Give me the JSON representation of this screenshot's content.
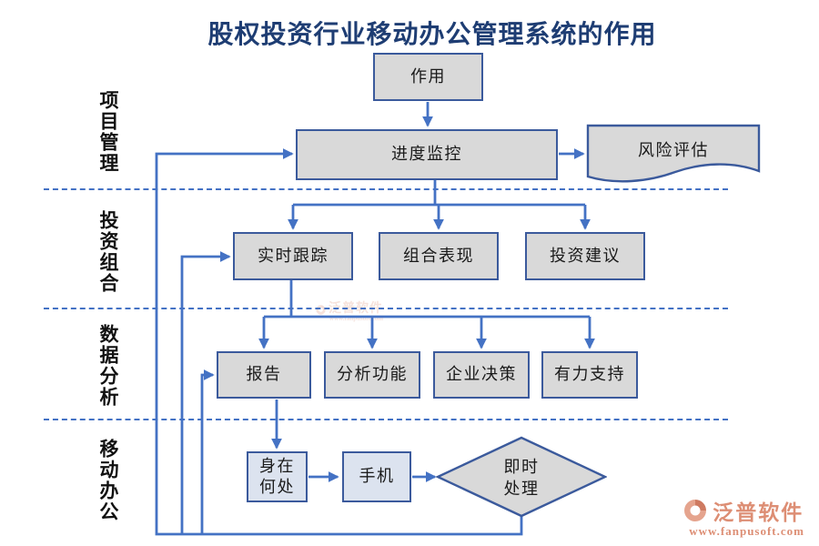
{
  "title": "股权投资行业移动办公管理系统的作用",
  "sections": {
    "s1": "项目管理",
    "s2": "投资组合",
    "s3": "数据分析",
    "s4": "移动办公"
  },
  "nodes": {
    "role": "作用",
    "progress": "进度监控",
    "risk": "风险评估",
    "tracking": "实时跟踪",
    "portfolio": "组合表现",
    "advice": "投资建议",
    "report": "报告",
    "analysis": "分析功能",
    "decision": "企业决策",
    "support": "有力支持",
    "location": "身在何处",
    "phone": "手机",
    "instant": "即时处理"
  },
  "watermark": {
    "brand": "泛普软件",
    "url": "www.fanpusoft.com"
  },
  "colors": {
    "line": "#4472C4",
    "box_fill": "#D9D9D9",
    "box_fill_alt": "#DCE3EF",
    "box_border": "#3B5A9C",
    "title_text": "#1E3D73",
    "watermark_text": "#DD8E74"
  }
}
